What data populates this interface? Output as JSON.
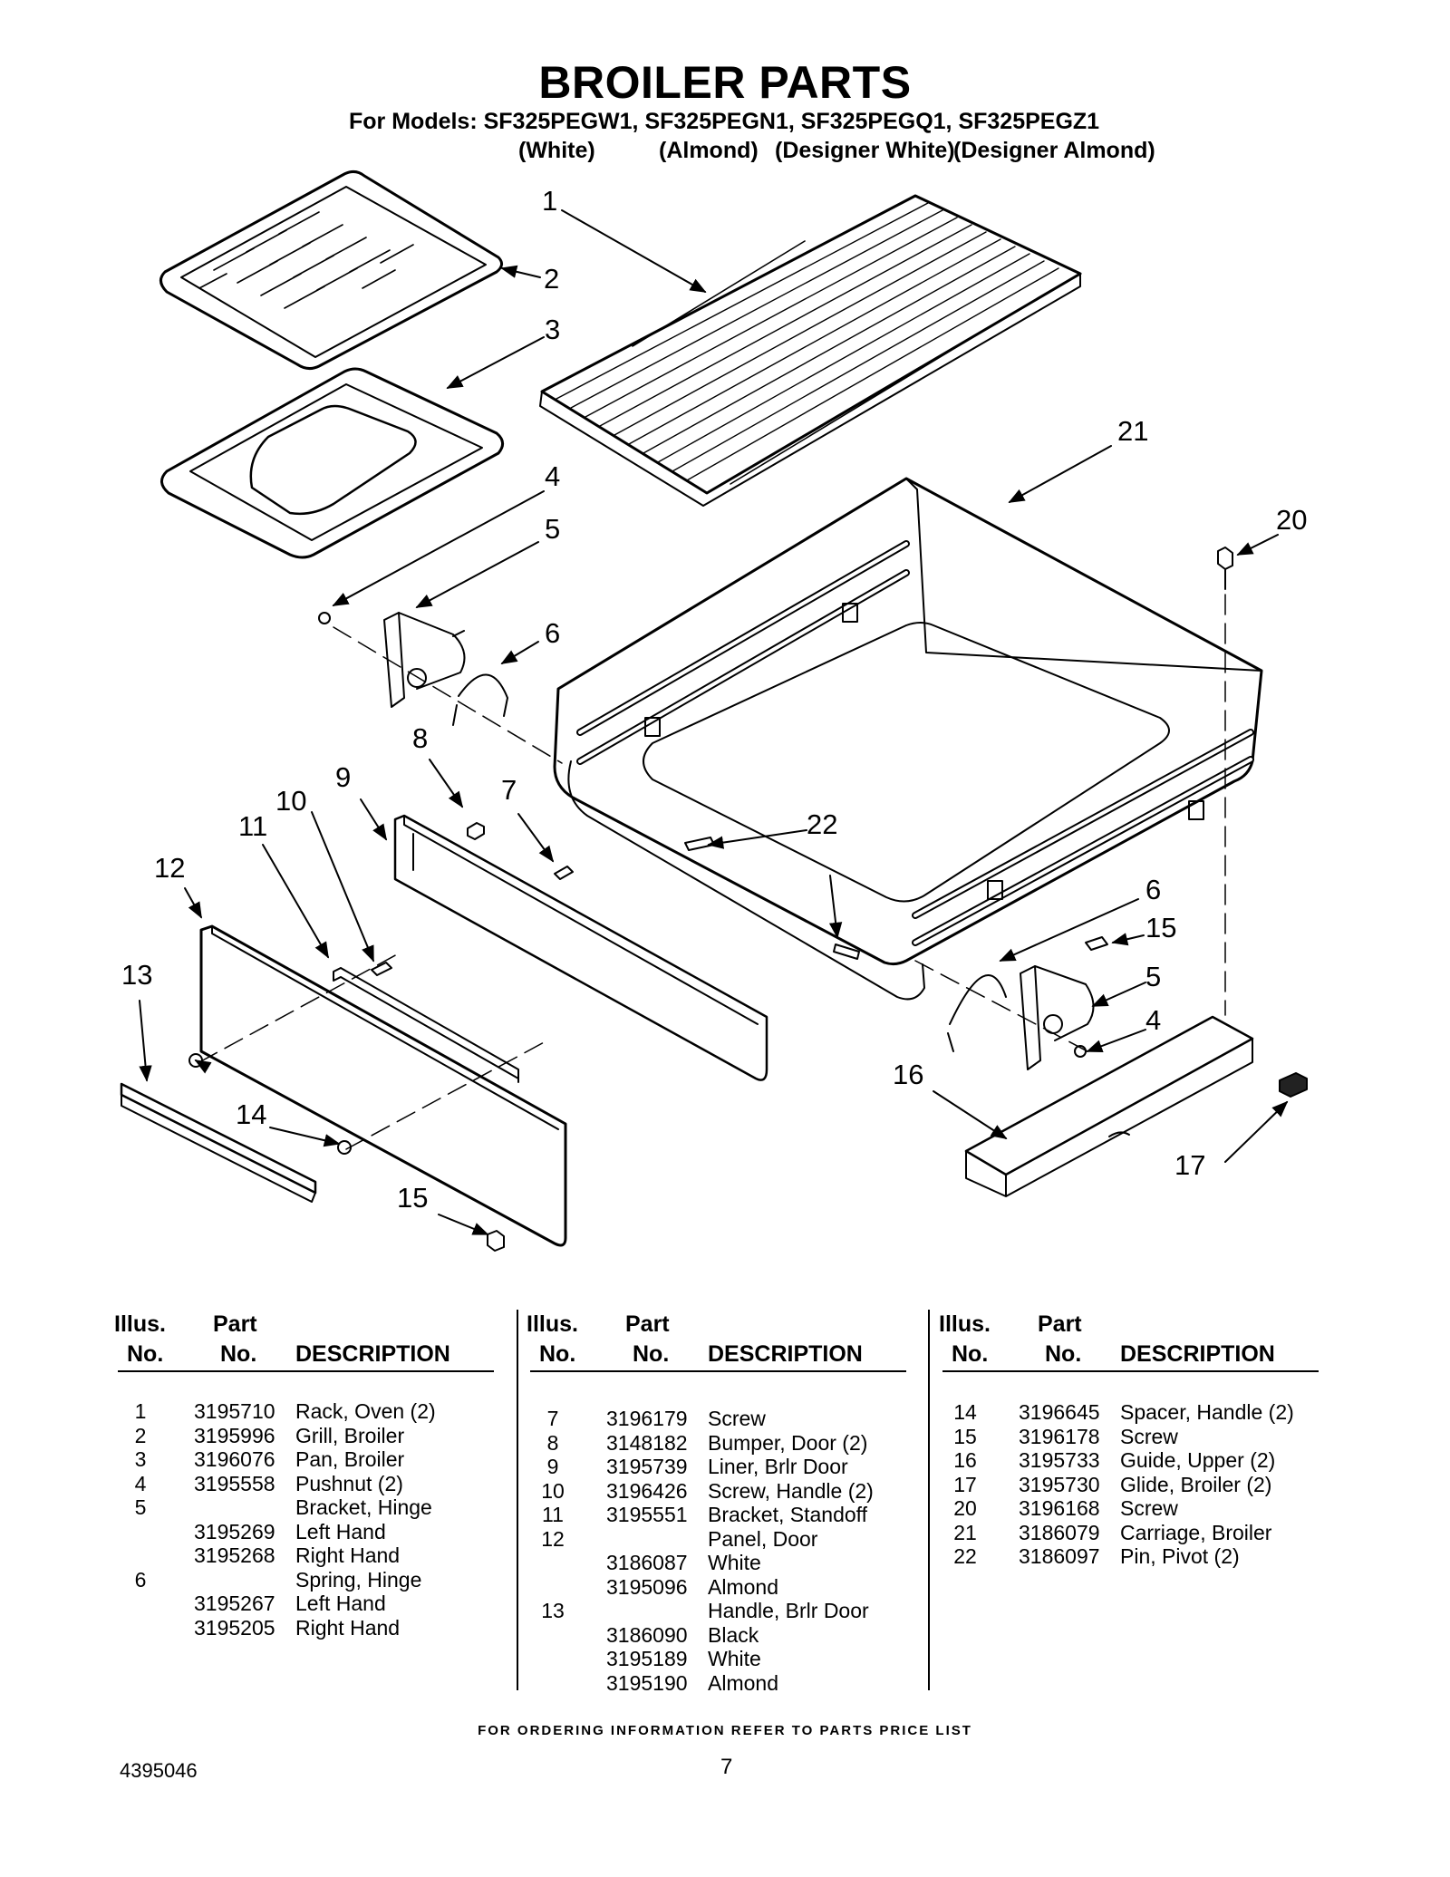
{
  "header": {
    "title": "BROILER PARTS",
    "models_line": "For Models: SF325PEGW1, SF325PEGN1, SF325PEGQ1, SF325PEGZ1",
    "colors": [
      "(White)",
      "(Almond)",
      "(Designer White)",
      "(Designer Almond)"
    ]
  },
  "diagram": {
    "callouts": [
      "1",
      "2",
      "3",
      "21",
      "4",
      "20",
      "5",
      "6",
      "8",
      "9",
      "7",
      "10",
      "11",
      "22",
      "12",
      "6",
      "15",
      "13",
      "5",
      "4",
      "16",
      "14",
      "17",
      "15"
    ]
  },
  "table": {
    "headers": {
      "illus_line1": "Illus.",
      "illus_line2": "No.",
      "part_line1": "Part",
      "part_line2": "No.",
      "description": "DESCRIPTION"
    },
    "columns": [
      [
        {
          "illus": "1",
          "part": "3195710",
          "desc": "Rack, Oven (2)"
        },
        {
          "illus": "2",
          "part": "3195996",
          "desc": "Grill, Broiler"
        },
        {
          "illus": "3",
          "part": "3196076",
          "desc": "Pan, Broiler"
        },
        {
          "illus": "4",
          "part": "3195558",
          "desc": "Pushnut (2)"
        },
        {
          "illus": "5",
          "part": "",
          "desc": "Bracket, Hinge"
        },
        {
          "illus": "",
          "part": "3195269",
          "desc": "Left Hand"
        },
        {
          "illus": "",
          "part": "3195268",
          "desc": "Right Hand"
        },
        {
          "illus": "6",
          "part": "",
          "desc": "Spring, Hinge"
        },
        {
          "illus": "",
          "part": "3195267",
          "desc": "Left Hand"
        },
        {
          "illus": "",
          "part": "3195205",
          "desc": "Right Hand"
        }
      ],
      [
        {
          "illus": "7",
          "part": "3196179",
          "desc": "Screw"
        },
        {
          "illus": "8",
          "part": "3148182",
          "desc": "Bumper, Door (2)"
        },
        {
          "illus": "9",
          "part": "3195739",
          "desc": "Liner, Brlr Door"
        },
        {
          "illus": "10",
          "part": "3196426",
          "desc": "Screw, Handle (2)"
        },
        {
          "illus": "11",
          "part": "3195551",
          "desc": "Bracket, Standoff"
        },
        {
          "illus": "12",
          "part": "",
          "desc": "Panel, Door"
        },
        {
          "illus": "",
          "part": "3186087",
          "desc": "White"
        },
        {
          "illus": "",
          "part": "3195096",
          "desc": "Almond"
        },
        {
          "illus": "13",
          "part": "",
          "desc": "Handle, Brlr Door"
        },
        {
          "illus": "",
          "part": "3186090",
          "desc": "Black"
        },
        {
          "illus": "",
          "part": "3195189",
          "desc": "White"
        },
        {
          "illus": "",
          "part": "3195190",
          "desc": "Almond"
        }
      ],
      [
        {
          "illus": "14",
          "part": "3196645",
          "desc": "Spacer, Handle (2)"
        },
        {
          "illus": "15",
          "part": "3196178",
          "desc": "Screw"
        },
        {
          "illus": "16",
          "part": "3195733",
          "desc": "Guide, Upper (2)"
        },
        {
          "illus": "17",
          "part": "3195730",
          "desc": "Glide, Broiler (2)"
        },
        {
          "illus": "20",
          "part": "3196168",
          "desc": "Screw"
        },
        {
          "illus": "21",
          "part": "3186079",
          "desc": "Carriage, Broiler"
        },
        {
          "illus": "22",
          "part": "3186097",
          "desc": "Pin, Pivot (2)"
        }
      ]
    ]
  },
  "footer": {
    "note": "FOR ORDERING INFORMATION REFER TO PARTS PRICE LIST",
    "doc_number": "4395046",
    "page_number": "7"
  }
}
